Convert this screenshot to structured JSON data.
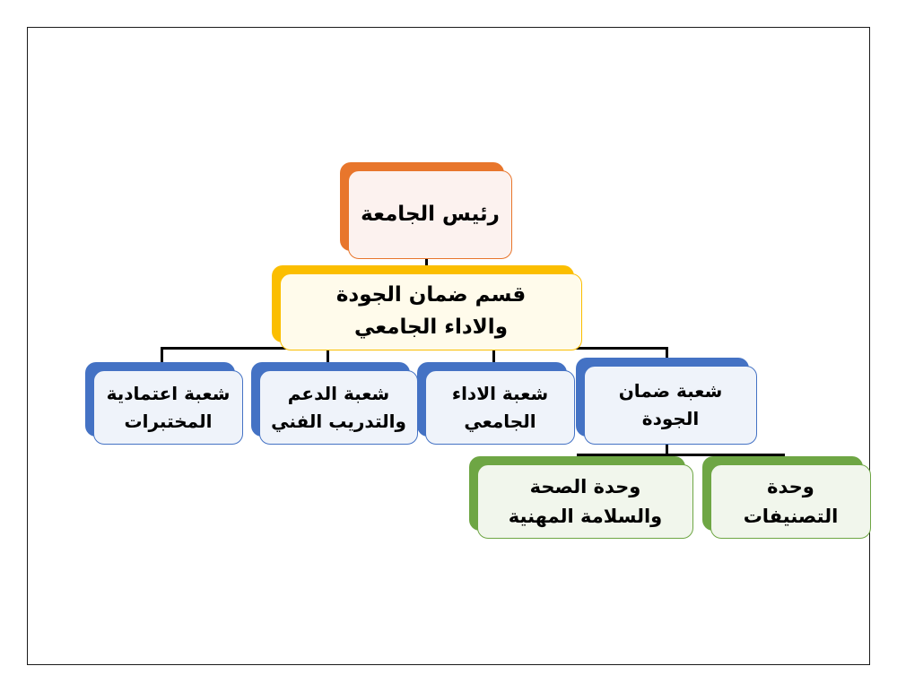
{
  "diagram": {
    "title": "University Quality Assurance Organizational Chart",
    "frame": {
      "name": "slide-frame"
    },
    "colors": {
      "president_accent": "#E8762C",
      "president_fill": "#FCF2EF",
      "department_accent": "#FBBE00",
      "department_fill": "#FFFBEB",
      "division_accent": "#4472C4",
      "division_fill": "#EFF3FA",
      "unit_accent": "#6EA644",
      "unit_fill": "#F1F6EC",
      "connector": "#000000",
      "frame_border": "#1A1A1A",
      "background": "#FFFFFF"
    },
    "nodes": {
      "president": {
        "label": "رئيس الجامعة",
        "level": 1,
        "color": "orange"
      },
      "department": {
        "label": "قسم ضمان الجودة\nوالاداء الجامعي",
        "level": 2,
        "color": "amber"
      },
      "divisions": [
        {
          "id": "div-labs",
          "label": "شعبة اعتمادية\nالمختبرات",
          "level": 3,
          "color": "blue"
        },
        {
          "id": "div-support",
          "label": "شعبة الدعم\nوالتدريب الفني",
          "level": 3,
          "color": "blue"
        },
        {
          "id": "div-perf",
          "label": "شعبة الاداء\nالجامعي",
          "level": 3,
          "color": "blue"
        },
        {
          "id": "div-quality",
          "label": "شعبة ضمان\nالجودة",
          "level": 3,
          "color": "blue"
        }
      ],
      "units": [
        {
          "id": "unit-health",
          "label": "وحدة الصحة\nوالسلامة المهنية",
          "level": 4,
          "color": "green"
        },
        {
          "id": "unit-rank",
          "label": "وحدة\nالتصنيفات",
          "level": 4,
          "color": "green"
        }
      ]
    }
  }
}
